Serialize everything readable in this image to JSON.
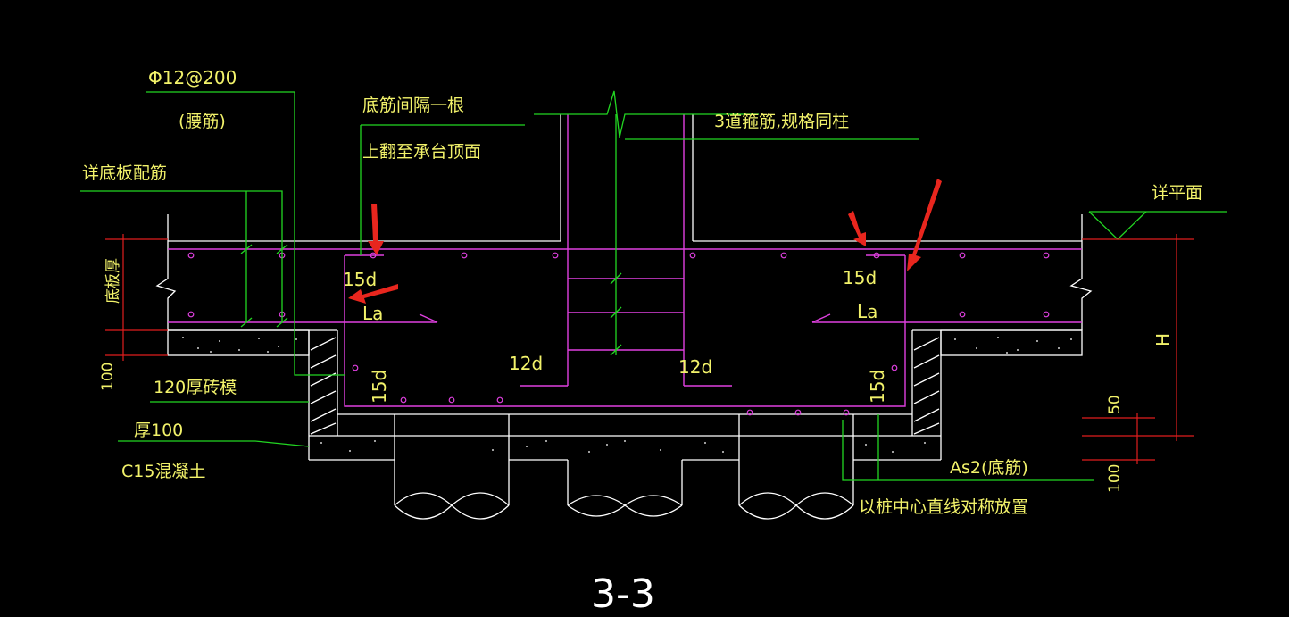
{
  "drawing": {
    "section_title": "3-3",
    "labels": {
      "waist_bar_spec": "Φ12@200",
      "waist_bar_name": "(腰筋)",
      "see_bottom_plate": "详底板配筋",
      "bottom_bar_every_other_1": "底筋间隔一根",
      "bottom_bar_every_other_2": "上翻至承台顶面",
      "three_stirrups": "3道箍筋,规格同柱",
      "see_plan": "详平面",
      "plate_thickness": "底板厚",
      "dim_100_left": "100",
      "brick_mold": "120厚砖模",
      "thick_100": "厚100",
      "c15_concrete": "C15混凝土",
      "as2_bottom": "As2(底筋)",
      "pile_center": "以桩中心直线对称放置",
      "dim_h": "H",
      "dim_50": "50",
      "dim_100_right": "100",
      "fifteen_d_left": "15d",
      "fifteen_d_right": "15d",
      "la_left": "La",
      "la_right": "La",
      "twelve_d_left": "12d",
      "twelve_d_right": "12d",
      "fifteen_d_vert_left": "15d",
      "fifteen_d_vert_right": "15d"
    },
    "colors": {
      "background": "#000000",
      "leader_lines": "#22d622",
      "rebar": "#e040e0",
      "outline": "#ffffff",
      "dimension": "#e01e1e",
      "text": "#f2f26a",
      "annotation_arrow": "#e8261e"
    }
  }
}
